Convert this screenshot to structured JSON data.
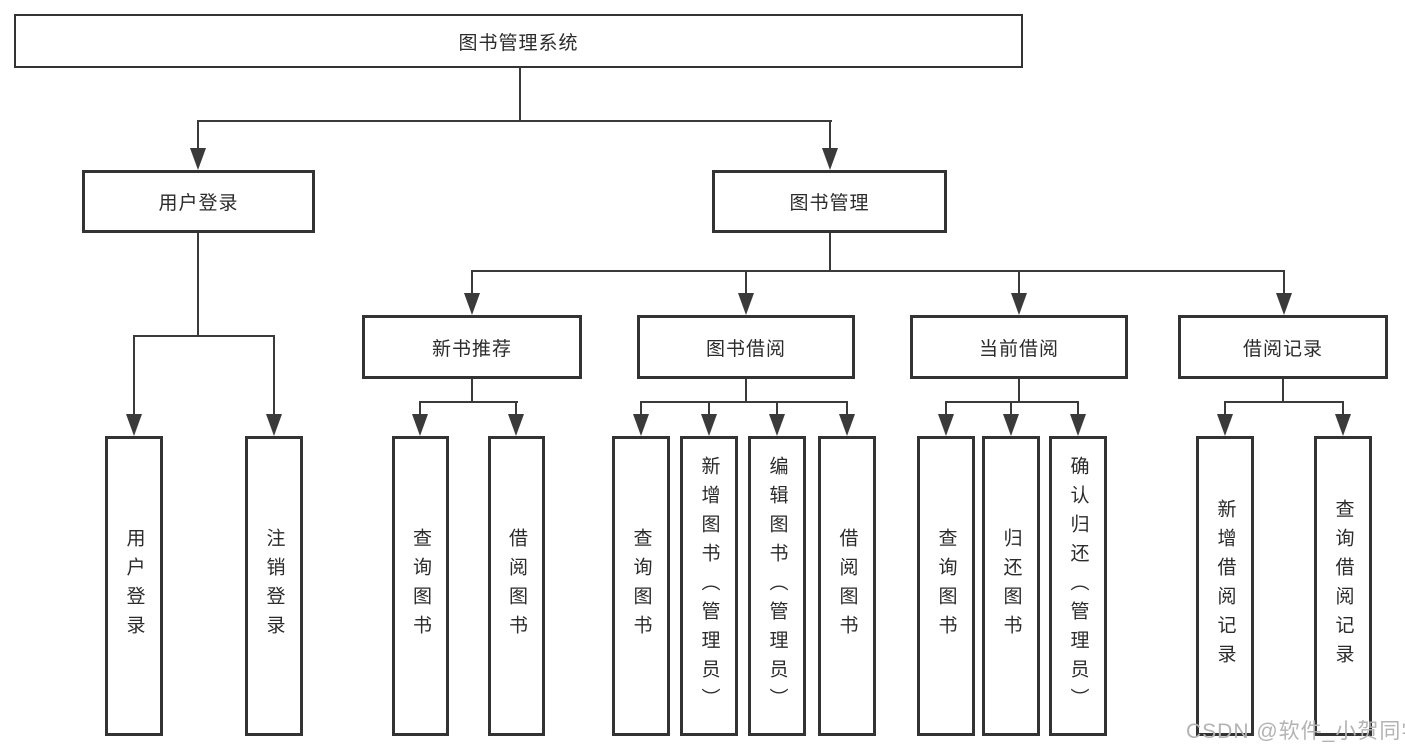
{
  "diagram": {
    "root": {
      "label": "图书管理系统"
    },
    "branches": [
      {
        "label": "用户登录",
        "children": [
          {
            "label": "用户登录"
          },
          {
            "label": "注销登录"
          }
        ]
      },
      {
        "label": "图书管理",
        "children": [
          {
            "label": "新书推荐",
            "children": [
              {
                "label": "查询图书"
              },
              {
                "label": "借阅图书"
              }
            ]
          },
          {
            "label": "图书借阅",
            "children": [
              {
                "label": "查询图书"
              },
              {
                "label": "新增图书（管理员）"
              },
              {
                "label": "编辑图书（管理员）"
              },
              {
                "label": "借阅图书"
              }
            ]
          },
          {
            "label": "当前借阅",
            "children": [
              {
                "label": "查询图书"
              },
              {
                "label": "归还图书"
              },
              {
                "label": "确认归还（管理员）"
              }
            ]
          },
          {
            "label": "借阅记录",
            "children": [
              {
                "label": "新增借阅记录"
              },
              {
                "label": "查询借阅记录"
              }
            ]
          }
        ]
      }
    ],
    "style": {
      "line_color": "#3a3a3a",
      "border_color": "#333333",
      "text_color": "#2b2b2b",
      "background": "#ffffff",
      "watermark_color": "#b3b3b3"
    }
  },
  "watermark": {
    "text": "CSDN @软件_小贺同学"
  }
}
